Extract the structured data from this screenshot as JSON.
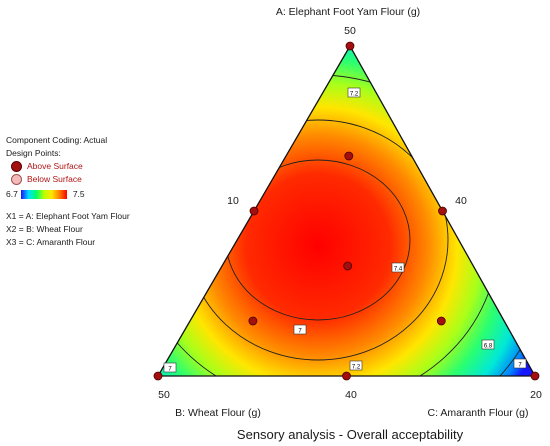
{
  "chart_data": {
    "type": "ternary-contour",
    "title": "Sensory analysis - Overall acceptability",
    "components": [
      {
        "code": "A",
        "label": "A: Elephant Foot Yam Flour (g)",
        "min": 10,
        "max": 50
      },
      {
        "code": "B",
        "label": "B: Wheat Flour (g)",
        "min": 10,
        "max": 50
      },
      {
        "code": "C",
        "label": "C: Amaranth Flour (g)",
        "min": 0,
        "max": 40
      }
    ],
    "corner_labels": {
      "top": "50",
      "left": "50",
      "right": "20"
    },
    "edge_ticks": {
      "left_edge": "10",
      "right_edge": "40",
      "bottom_edge": "40"
    },
    "contour_labels": [
      "7.2",
      "7.4",
      "7.2",
      "7",
      "6.8",
      "7",
      "7"
    ],
    "colorbar": {
      "min": "6.7",
      "max": "7.5",
      "colors": [
        "#1616ff",
        "#00e0ff",
        "#00ff66",
        "#b8ff00",
        "#ffe600",
        "#ff8000",
        "#ff0000"
      ]
    },
    "design_points": [
      {
        "A": 50,
        "B": 10,
        "C": 0
      },
      {
        "A": 10,
        "B": 50,
        "C": 0
      },
      {
        "A": 10,
        "B": 10,
        "C": 40
      },
      {
        "A": 30,
        "B": 30,
        "C": 0
      },
      {
        "A": 30,
        "B": 10,
        "C": 20
      },
      {
        "A": 10,
        "B": 30,
        "C": 20
      },
      {
        "A": 23.33,
        "B": 23.33,
        "C": 13.33
      },
      {
        "A": 36.67,
        "B": 16.67,
        "C": 6.67
      },
      {
        "A": 16.67,
        "B": 36.67,
        "C": 6.67
      },
      {
        "A": 16.67,
        "B": 16.67,
        "C": 26.67
      }
    ]
  },
  "legend": {
    "coding": "Component Coding: Actual",
    "design_points_title": "Design Points:",
    "above": "Above Surface",
    "below": "Below Surface",
    "cmin": "6.7",
    "cmax": "7.5"
  },
  "variables": [
    "X1 = A: Elephant Foot Yam Flour",
    "X2 = B: Wheat Flour",
    "X3 = C: Amaranth Flour"
  ]
}
